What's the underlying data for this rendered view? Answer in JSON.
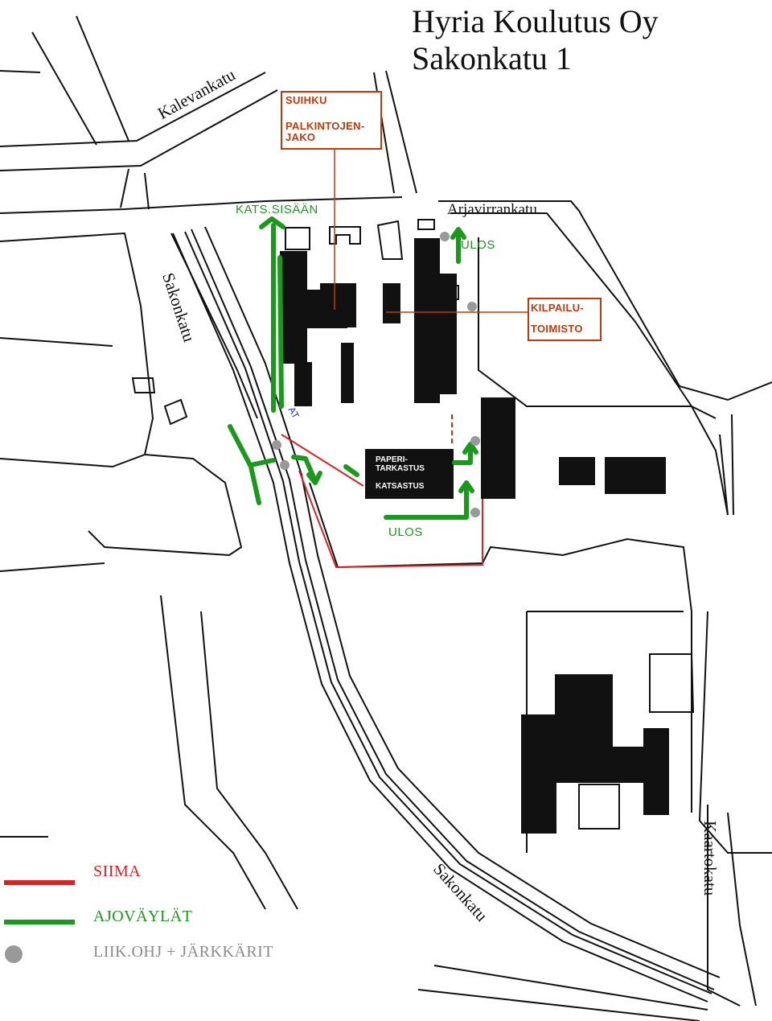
{
  "title": {
    "line1": "Hyria Koulutus Oy",
    "line2": "Sakonkatu 1"
  },
  "streets": {
    "kalevankatu": "Kalevankatu",
    "arjavirrankatu": "Arjavirrankatu",
    "sakonkatu_north": "Sakonkatu",
    "sakonkatu_south": "Sakonkatu",
    "kaartokatu": "Kaartokatu"
  },
  "labels": {
    "suihku": "SUIHKU",
    "palkintojenjako": "PALKINTOJEN-\nJAKO",
    "kilpailutoimisto_1": "KILPAILU-",
    "kilpailutoimisto_2": "TOIMISTO",
    "kats_sisaan": "KATS.SISÄÄN",
    "ulos_north": "ULOS",
    "ulos_south": "ULOS",
    "at": "AT",
    "paperitarkastus": "PAPERI-\nTARKASTUS",
    "katsastus": "KATSASTUS"
  },
  "legend": {
    "siima": "SIIMA",
    "ajovaylat": "AJOVÄYLÄT",
    "liikohj": "LIIK.OHJ + JÄRKKÄRIT"
  },
  "colors": {
    "siima": "#e02020",
    "ajovaylat": "#1a9a1a",
    "marker": "#999999",
    "box_outline": "#c0390b",
    "building": "#111111"
  }
}
